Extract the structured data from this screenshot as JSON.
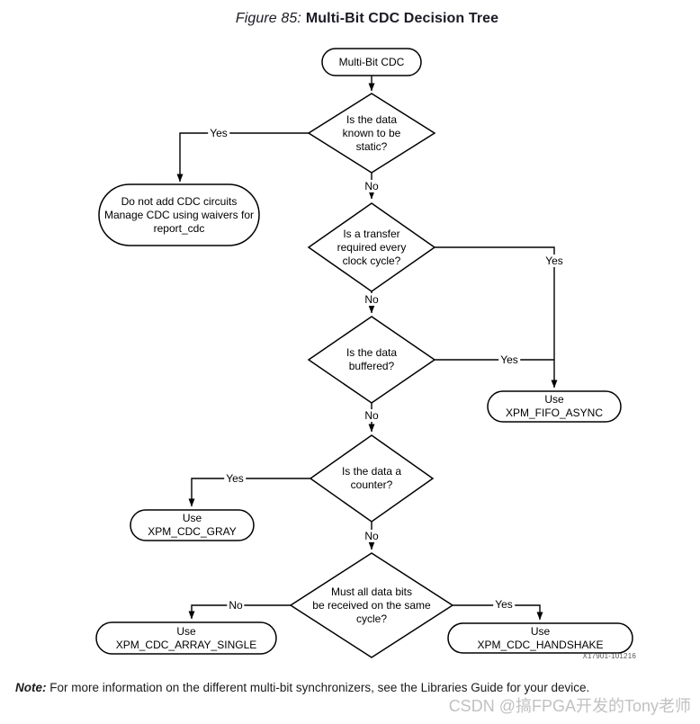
{
  "figure": {
    "label": "Figure 85:",
    "title": "Multi-Bit CDC Decision Tree",
    "figure_id": "X17901-101216"
  },
  "labels": {
    "yes": "Yes",
    "no": "No"
  },
  "nodes": {
    "start": {
      "label": "Multi-Bit CDC"
    },
    "q_static": {
      "label": "Is the data\nknown to be\nstatic?"
    },
    "waivers": {
      "label": "Do not add CDC circuits\nManage CDC using waivers for\nreport_cdc"
    },
    "q_transfer": {
      "label": "Is a transfer\nrequired every\nclock cycle?"
    },
    "q_buffered": {
      "label": "Is the data\nbuffered?"
    },
    "fifo_async": {
      "label": "Use\nXPM_FIFO_ASYNC"
    },
    "q_counter": {
      "label": "Is the data a\ncounter?"
    },
    "cdc_gray": {
      "label": "Use\nXPM_CDC_GRAY"
    },
    "q_same_cycle": {
      "label": "Must all data bits\nbe received on the same\ncycle?"
    },
    "cdc_array_single": {
      "label": "Use\nXPM_CDC_ARRAY_SINGLE"
    },
    "cdc_handshake": {
      "label": "Use\nXPM_CDC_HANDSHAKE"
    }
  },
  "note": {
    "prefix": "Note:",
    "text": " For more information on the different multi-bit synchronizers, see the Libraries Guide for your device."
  },
  "watermark": "CSDN @搞FPGA开发的Tony老师",
  "colors": {
    "line": "#000000",
    "node_fill": "#ffffff",
    "title_text": "#1b1b26",
    "note_text": "#1a1a1a",
    "figure_id_text": "#555555",
    "watermark_text": "#c1c1c1",
    "background": "#ffffff"
  }
}
